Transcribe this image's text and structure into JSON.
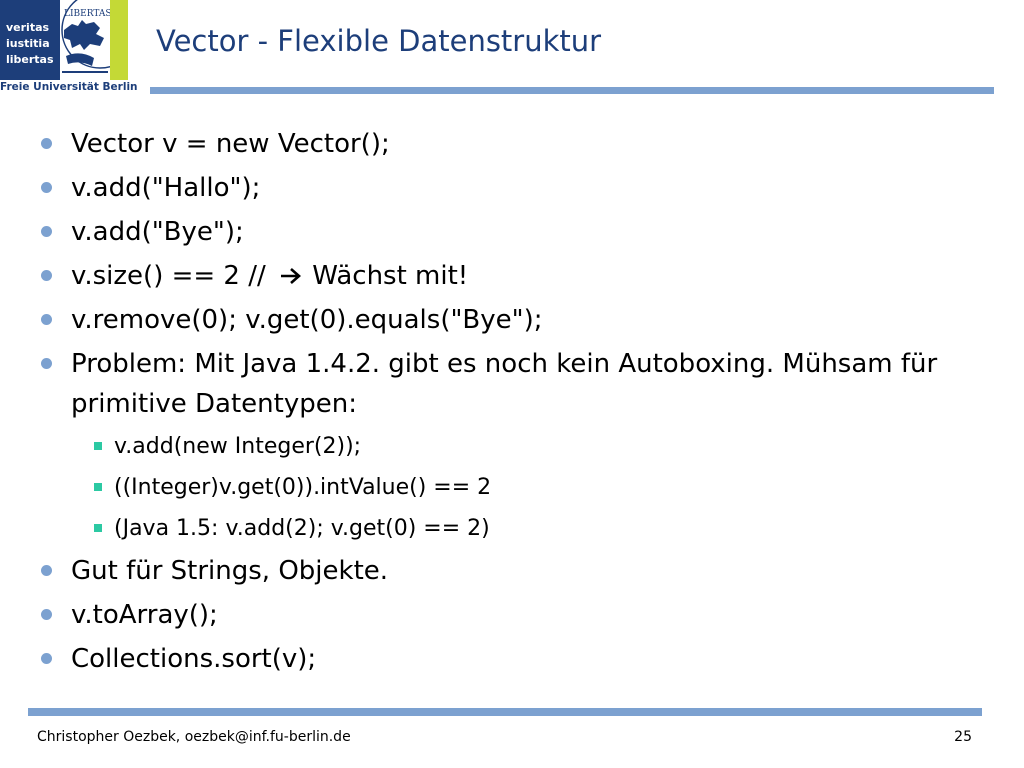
{
  "logo": {
    "motto": [
      "veritas",
      "iustitia",
      "libertas"
    ],
    "seal_text": "LIBERTAS",
    "university": "Freie Universität Berlin",
    "colors": {
      "blue": "#1d3e7a",
      "green": "#c4d936"
    }
  },
  "slide": {
    "title": "Vector - Flexible Datenstruktur",
    "page_number": "25"
  },
  "bullets": [
    {
      "text": "Vector v = new Vector();"
    },
    {
      "text": "v.add(\"Hallo\");"
    },
    {
      "text": "v.add(\"Bye\");"
    },
    {
      "text_before_arrow": "v.size() == 2 //",
      "arrow_icon": "right-arrow",
      "text_after_arrow": "Wächst mit!"
    },
    {
      "text": "v.remove(0); v.get(0).equals(\"Bye\");"
    },
    {
      "text": "Problem: Mit Java 1.4.2. gibt es noch kein Autoboxing. Mühsam für primitive Datentypen:",
      "sub": [
        "v.add(new Integer(2));",
        "((Integer)v.get(0)).intValue() == 2",
        "(Java 1.5: v.add(2); v.get(0) == 2)"
      ]
    },
    {
      "text": "Gut für Strings, Objekte."
    },
    {
      "text": "v.toArray();"
    },
    {
      "text": "Collections.sort(v);"
    }
  ],
  "footer": {
    "author": "Christopher Oezbek, oezbek@inf.fu-berlin.de"
  },
  "colors": {
    "title": "#1d3e7a",
    "rule": "#7ca1d0",
    "bullet": "#7ca1d0",
    "sub_bullet": "#2cc9a3"
  }
}
